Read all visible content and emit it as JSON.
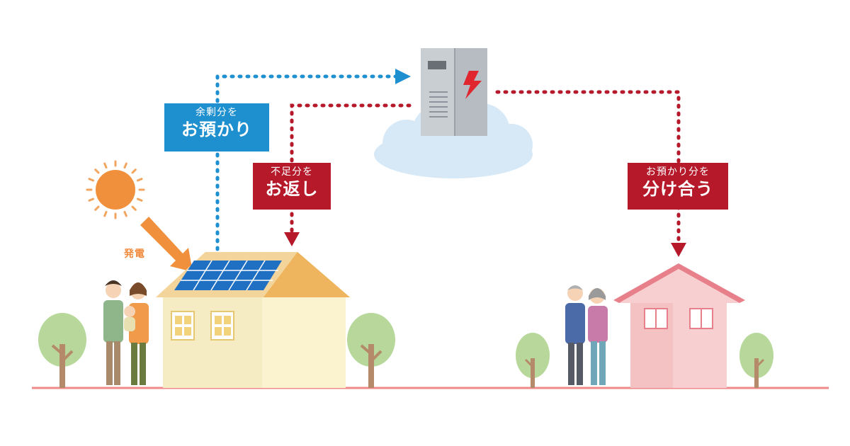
{
  "labels": {
    "deposit_small": "余剰分を",
    "deposit_big": "お預かり",
    "return_small": "不足分を",
    "return_big": "お返し",
    "share_small": "お預かり分を",
    "share_big": "分け合う",
    "power_generation": "発電"
  },
  "colors": {
    "deposit_blue": "#1e8fcf",
    "return_red": "#b5192a",
    "sun_orange": "#f0903c",
    "ground_line": "#f08a8a",
    "cloud": "#d7e9f6",
    "house_left_wall": "#fbf3d0",
    "house_right_wall": "#f8cfd0",
    "tree_green": "#b7d89a"
  },
  "icons": {
    "sun": "sun-icon",
    "server": "power-storage-server-icon",
    "lightning": "lightning-bolt-icon",
    "solar_panel": "solar-panel-icon"
  }
}
